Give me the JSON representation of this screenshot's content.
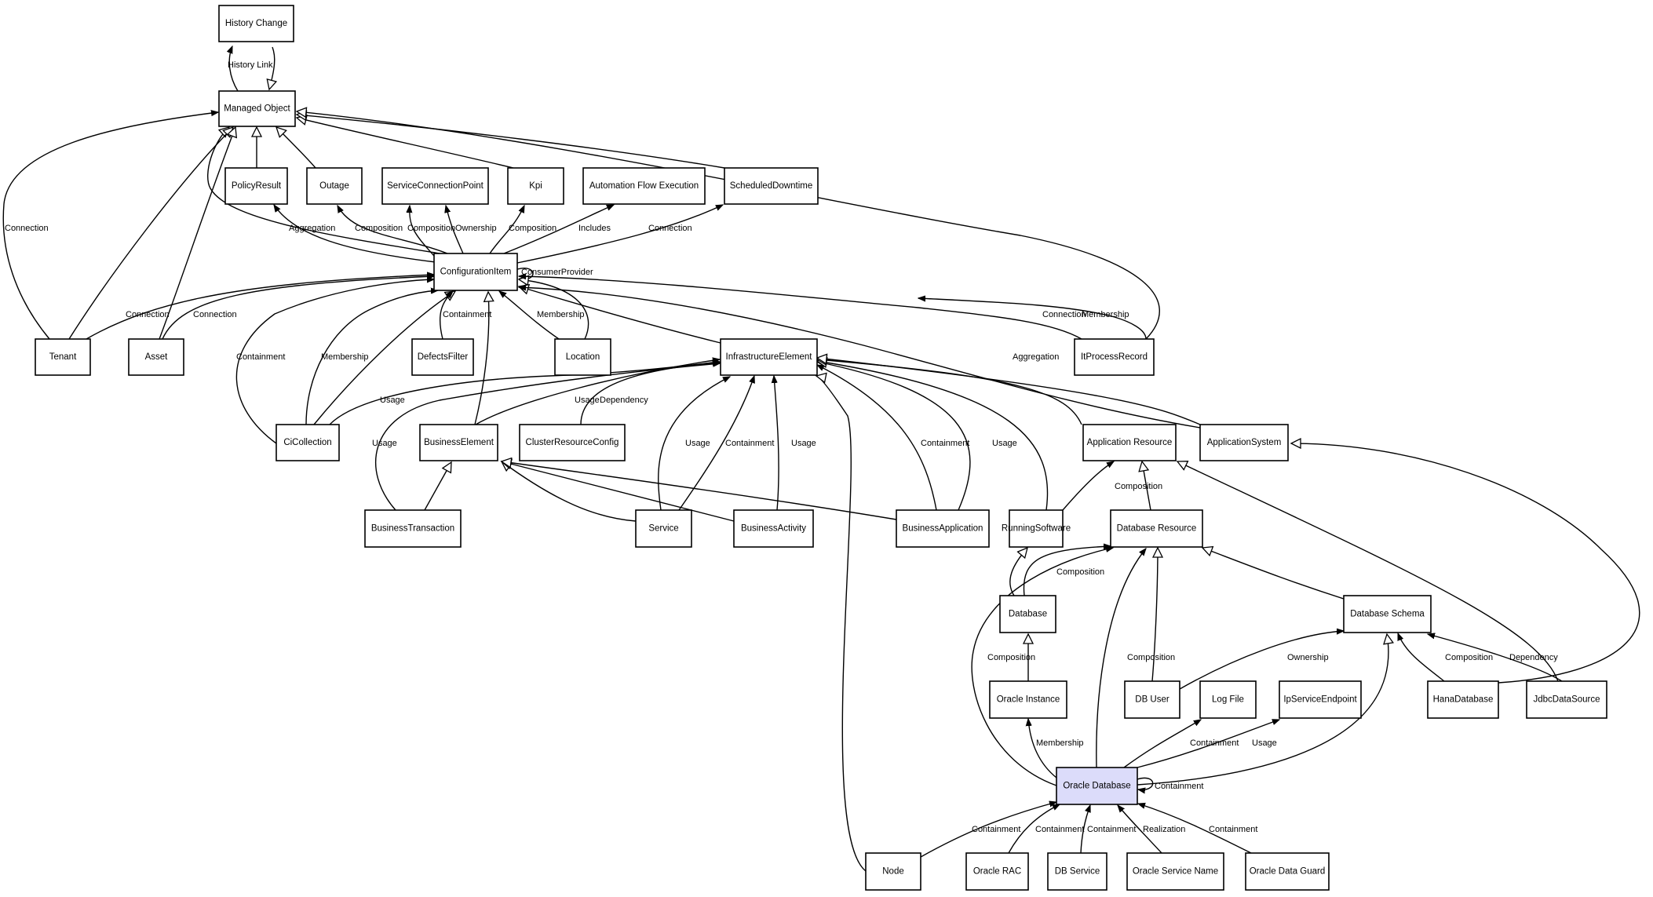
{
  "diagram": {
    "nodes": [
      {
        "id": "history_change",
        "label": "History Change"
      },
      {
        "id": "managed_object",
        "label": "Managed Object"
      },
      {
        "id": "policy_result",
        "label": "PolicyResult"
      },
      {
        "id": "outage",
        "label": "Outage"
      },
      {
        "id": "service_connection_point",
        "label": "ServiceConnectionPoint"
      },
      {
        "id": "kpi",
        "label": "Kpi"
      },
      {
        "id": "automation_flow_execution",
        "label": "Automation Flow Execution"
      },
      {
        "id": "scheduled_downtime",
        "label": "ScheduledDowntime"
      },
      {
        "id": "configuration_item",
        "label": "ConfigurationItem"
      },
      {
        "id": "tenant",
        "label": "Tenant"
      },
      {
        "id": "asset",
        "label": "Asset"
      },
      {
        "id": "defects_filter",
        "label": "DefectsFilter"
      },
      {
        "id": "location",
        "label": "Location"
      },
      {
        "id": "infrastructure_element",
        "label": "InfrastructureElement"
      },
      {
        "id": "it_process_record",
        "label": "ItProcessRecord"
      },
      {
        "id": "ci_collection",
        "label": "CiCollection"
      },
      {
        "id": "business_element",
        "label": "BusinessElement"
      },
      {
        "id": "cluster_resource_config",
        "label": "ClusterResourceConfig"
      },
      {
        "id": "application_resource",
        "label": "Application Resource"
      },
      {
        "id": "application_system",
        "label": "ApplicationSystem"
      },
      {
        "id": "business_transaction",
        "label": "BusinessTransaction"
      },
      {
        "id": "service",
        "label": "Service"
      },
      {
        "id": "business_activity",
        "label": "BusinessActivity"
      },
      {
        "id": "business_application",
        "label": "BusinessApplication"
      },
      {
        "id": "running_software",
        "label": "RunningSoftware"
      },
      {
        "id": "database_resource",
        "label": "Database Resource"
      },
      {
        "id": "database",
        "label": "Database"
      },
      {
        "id": "database_schema",
        "label": "Database Schema"
      },
      {
        "id": "oracle_instance",
        "label": "Oracle Instance"
      },
      {
        "id": "db_user",
        "label": "DB User"
      },
      {
        "id": "log_file",
        "label": "Log File"
      },
      {
        "id": "ip_service_endpoint",
        "label": "IpServiceEndpoint"
      },
      {
        "id": "hana_database",
        "label": "HanaDatabase"
      },
      {
        "id": "jdbc_data_source",
        "label": "JdbcDataSource"
      },
      {
        "id": "oracle_database",
        "label": "Oracle Database",
        "highlight": true
      },
      {
        "id": "node",
        "label": "Node"
      },
      {
        "id": "oracle_rac",
        "label": "Oracle RAC"
      },
      {
        "id": "db_service",
        "label": "DB Service"
      },
      {
        "id": "oracle_service_name",
        "label": "Oracle Service Name"
      },
      {
        "id": "oracle_data_guard",
        "label": "Oracle Data Guard"
      }
    ],
    "edges": [
      {
        "from": "history_change",
        "to": "managed_object",
        "type": "inheritance",
        "label": ""
      },
      {
        "from": "managed_object",
        "to": "history_change",
        "type": "association",
        "label": "History Link"
      },
      {
        "from": "policy_result",
        "to": "managed_object",
        "type": "inheritance",
        "label": ""
      },
      {
        "from": "outage",
        "to": "managed_object",
        "type": "inheritance",
        "label": ""
      },
      {
        "from": "kpi",
        "to": "managed_object",
        "type": "inheritance",
        "label": ""
      },
      {
        "from": "scheduled_downtime",
        "to": "managed_object",
        "type": "inheritance",
        "label": ""
      },
      {
        "from": "configuration_item",
        "to": "managed_object",
        "type": "inheritance",
        "label": ""
      },
      {
        "from": "tenant",
        "to": "managed_object",
        "type": "inheritance",
        "label": ""
      },
      {
        "from": "asset",
        "to": "managed_object",
        "type": "inheritance",
        "label": ""
      },
      {
        "from": "it_process_record",
        "to": "managed_object",
        "type": "inheritance",
        "label": ""
      },
      {
        "from": "tenant",
        "to": "managed_object",
        "type": "association",
        "label": "Connection"
      },
      {
        "from": "configuration_item",
        "to": "policy_result",
        "type": "association",
        "label": "Aggregation"
      },
      {
        "from": "configuration_item",
        "to": "outage",
        "type": "association",
        "label": "Composition"
      },
      {
        "from": "configuration_item",
        "to": "service_connection_point",
        "type": "association",
        "label": "Composition"
      },
      {
        "from": "configuration_item",
        "to": "service_connection_point",
        "type": "association",
        "label": "Ownership"
      },
      {
        "from": "configuration_item",
        "to": "kpi",
        "type": "association",
        "label": "Composition"
      },
      {
        "from": "configuration_item",
        "to": "automation_flow_execution",
        "type": "association",
        "label": "Includes"
      },
      {
        "from": "configuration_item",
        "to": "scheduled_downtime",
        "type": "association",
        "label": "Connection"
      },
      {
        "from": "configuration_item",
        "to": "configuration_item",
        "type": "association",
        "label": "ConsumerProvider"
      },
      {
        "from": "tenant",
        "to": "configuration_item",
        "type": "association",
        "label": "Connection"
      },
      {
        "from": "asset",
        "to": "configuration_item",
        "type": "association",
        "label": "Connection"
      },
      {
        "from": "ci_collection",
        "to": "configuration_item",
        "type": "association",
        "label": "Containment"
      },
      {
        "from": "ci_collection",
        "to": "configuration_item",
        "type": "association",
        "label": "Membership"
      },
      {
        "from": "ci_collection",
        "to": "configuration_item",
        "type": "inheritance",
        "label": ""
      },
      {
        "from": "defects_filter",
        "to": "configuration_item",
        "type": "association",
        "label": "Containment"
      },
      {
        "from": "location",
        "to": "configuration_item",
        "type": "association",
        "label": "Membership"
      },
      {
        "from": "location",
        "to": "configuration_item",
        "type": "inheritance",
        "label": ""
      },
      {
        "from": "business_element",
        "to": "configuration_item",
        "type": "inheritance",
        "label": ""
      },
      {
        "from": "infrastructure_element",
        "to": "configuration_item",
        "type": "inheritance",
        "label": ""
      },
      {
        "from": "it_process_record",
        "to": "configuration_item",
        "type": "association",
        "label": "Connection"
      },
      {
        "from": "it_process_record",
        "to": "managed_object",
        "type": "association",
        "label": "Membership"
      },
      {
        "from": "application_system",
        "to": "configuration_item",
        "type": "association",
        "label": "Aggregation"
      },
      {
        "from": "ci_collection",
        "to": "infrastructure_element",
        "type": "association",
        "label": "Usage"
      },
      {
        "from": "business_element",
        "to": "infrastructure_element",
        "type": "association",
        "label": "Usage"
      },
      {
        "from": "cluster_resource_config",
        "to": "infrastructure_element",
        "type": "association",
        "label": "Dependency"
      },
      {
        "from": "business_transaction",
        "to": "infrastructure_element",
        "type": "association",
        "label": "Usage"
      },
      {
        "from": "service",
        "to": "infrastructure_element",
        "type": "association",
        "label": "Usage"
      },
      {
        "from": "service",
        "to": "infrastructure_element",
        "type": "association",
        "label": "Containment"
      },
      {
        "from": "business_activity",
        "to": "infrastructure_element",
        "type": "association",
        "label": "Usage"
      },
      {
        "from": "node",
        "to": "infrastructure_element",
        "type": "inheritance",
        "label": ""
      },
      {
        "from": "business_application",
        "to": "infrastructure_element",
        "type": "association",
        "label": "Containment"
      },
      {
        "from": "business_application",
        "to": "infrastructure_element",
        "type": "association",
        "label": "Usage"
      },
      {
        "from": "running_software",
        "to": "infrastructure_element",
        "type": "inheritance",
        "label": ""
      },
      {
        "from": "application_resource",
        "to": "infrastructure_element",
        "type": "inheritance",
        "label": ""
      },
      {
        "from": "application_system",
        "to": "infrastructure_element",
        "type": "inheritance",
        "label": ""
      },
      {
        "from": "business_transaction",
        "to": "business_element",
        "type": "inheritance",
        "label": ""
      },
      {
        "from": "service",
        "to": "business_element",
        "type": "inheritance",
        "label": ""
      },
      {
        "from": "business_activity",
        "to": "business_element",
        "type": "inheritance",
        "label": ""
      },
      {
        "from": "business_application",
        "to": "business_element",
        "type": "inheritance",
        "label": ""
      },
      {
        "from": "running_software",
        "to": "application_resource",
        "type": "association",
        "label": "Composition"
      },
      {
        "from": "database_resource",
        "to": "application_resource",
        "type": "inheritance",
        "label": ""
      },
      {
        "from": "jdbc_data_source",
        "to": "application_resource",
        "type": "inheritance",
        "label": ""
      },
      {
        "from": "hana_database",
        "to": "application_system",
        "type": "inheritance",
        "label": ""
      },
      {
        "from": "database",
        "to": "running_software",
        "type": "inheritance",
        "label": ""
      },
      {
        "from": "database",
        "to": "database_resource",
        "type": "association",
        "label": "Composition"
      },
      {
        "from": "database_schema",
        "to": "database_resource",
        "type": "inheritance",
        "label": ""
      },
      {
        "from": "db_user",
        "to": "database_resource",
        "type": "inheritance",
        "label": ""
      },
      {
        "from": "oracle_instance",
        "to": "database",
        "type": "inheritance",
        "label": ""
      },
      {
        "from": "db_user",
        "to": "database_schema",
        "type": "association",
        "label": "Ownership"
      },
      {
        "from": "hana_database",
        "to": "database_schema",
        "type": "association",
        "label": "Composition"
      },
      {
        "from": "jdbc_data_source",
        "to": "database_schema",
        "type": "association",
        "label": "Dependency"
      },
      {
        "from": "oracle_database",
        "to": "database_resource",
        "type": "association",
        "label": "Composition"
      },
      {
        "from": "oracle_database",
        "to": "database_resource",
        "type": "association",
        "label": "Composition"
      },
      {
        "from": "oracle_database",
        "to": "oracle_instance",
        "type": "association",
        "label": "Membership"
      },
      {
        "from": "oracle_database",
        "to": "log_file",
        "type": "association",
        "label": "Containment"
      },
      {
        "from": "oracle_database",
        "to": "ip_service_endpoint",
        "type": "association",
        "label": "Usage"
      },
      {
        "from": "oracle_database",
        "to": "database_schema",
        "type": "inheritance",
        "label": ""
      },
      {
        "from": "oracle_database",
        "to": "oracle_database",
        "type": "association",
        "label": "Containment"
      },
      {
        "from": "node",
        "to": "oracle_database",
        "type": "association",
        "label": "Containment"
      },
      {
        "from": "oracle_rac",
        "to": "oracle_database",
        "type": "association",
        "label": "Containment"
      },
      {
        "from": "db_service",
        "to": "oracle_database",
        "type": "association",
        "label": "Containment"
      },
      {
        "from": "oracle_service_name",
        "to": "oracle_database",
        "type": "association",
        "label": "Realization"
      },
      {
        "from": "oracle_data_guard",
        "to": "oracle_database",
        "type": "association",
        "label": "Containment"
      }
    ],
    "colors": {
      "node_fill": "#ffffff",
      "node_highlight_fill": "#dcdcfa",
      "stroke": "#000000",
      "background": "#ffffff"
    }
  }
}
